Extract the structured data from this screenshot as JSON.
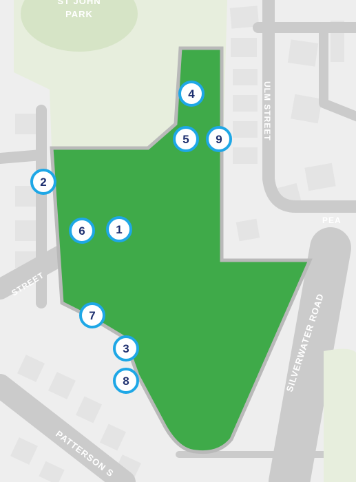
{
  "map": {
    "colors": {
      "background": "#eeeeee",
      "block": "#e4e4e4",
      "road": "#cbcbcb",
      "road_edge": "#bdbdbd",
      "park": "#e7eedd",
      "park_oval": "#d6e4c6",
      "site_fill": "#3faa49",
      "site_outline": "#b9b9b9",
      "marker_ring": "#1ea7e6",
      "marker_fill": "#ffffff",
      "marker_text": "#1d2f6f"
    },
    "labels": {
      "park_line1": "ST JOHN",
      "park_line2": "PARK",
      "ulm_street": "ULM STREET",
      "silverwater_road": "SILVERWATER ROAD",
      "patterson_street": "PATTERSON S",
      "left_street": "STREET",
      "pea_street": "PEA"
    },
    "markers": [
      {
        "id": "1",
        "label": "1"
      },
      {
        "id": "2",
        "label": "2"
      },
      {
        "id": "3",
        "label": "3"
      },
      {
        "id": "4",
        "label": "4"
      },
      {
        "id": "5",
        "label": "5"
      },
      {
        "id": "6",
        "label": "6"
      },
      {
        "id": "7",
        "label": "7"
      },
      {
        "id": "8",
        "label": "8"
      },
      {
        "id": "9",
        "label": "9"
      }
    ]
  }
}
